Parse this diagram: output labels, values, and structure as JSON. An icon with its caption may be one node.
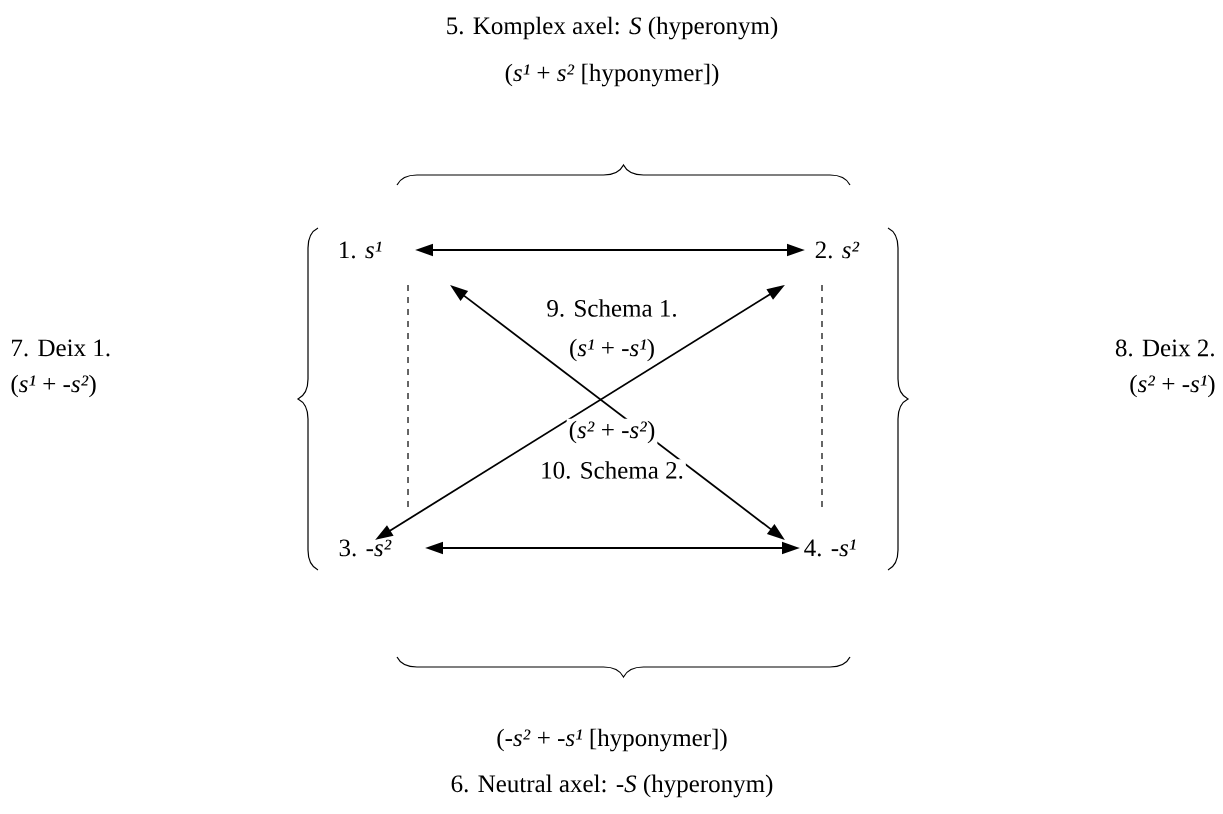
{
  "diagram": {
    "nodes": [
      {
        "text": [
          "1. *s¹*"
        ]
      },
      {
        "text": [
          "2. *s²*"
        ]
      },
      {
        "text": [
          "3. -*s²*"
        ]
      },
      {
        "text": [
          "4. -*s¹*"
        ]
      }
    ],
    "edges": [
      {
        "from": 0,
        "to": 1,
        "arrow": "both"
      },
      {
        "from": 0,
        "to": 3,
        "arrow": "both"
      },
      {
        "from": 1,
        "to": 2,
        "arrow": "both"
      },
      {
        "from": 0,
        "to": 2,
        "arrow": "none",
        "style": "dashed"
      },
      {
        "from": 1,
        "to": 3,
        "arrow": "none",
        "style": "dashed"
      },
      {
        "from": 2,
        "to": 3,
        "arrow": "both"
      }
    ],
    "labels": [
      "5. Komplex axel: *S* (hyperonym)",
      "(*s¹* + *s²* [hyponymer])",
      "9. Schema 1.",
      "7. Deix 1.",
      "8. Deix 2.",
      "(*s¹* + -*s¹*)",
      "(*s¹* + -*s²*)",
      "(*s²* + -*s¹*)",
      "(*s²* + -*s²*)",
      "10. Schema 2.",
      "(-*s²* + -*s¹* [hyponymer])",
      "6. Neutral axel: -*S* (hyperonym)"
    ]
  }
}
